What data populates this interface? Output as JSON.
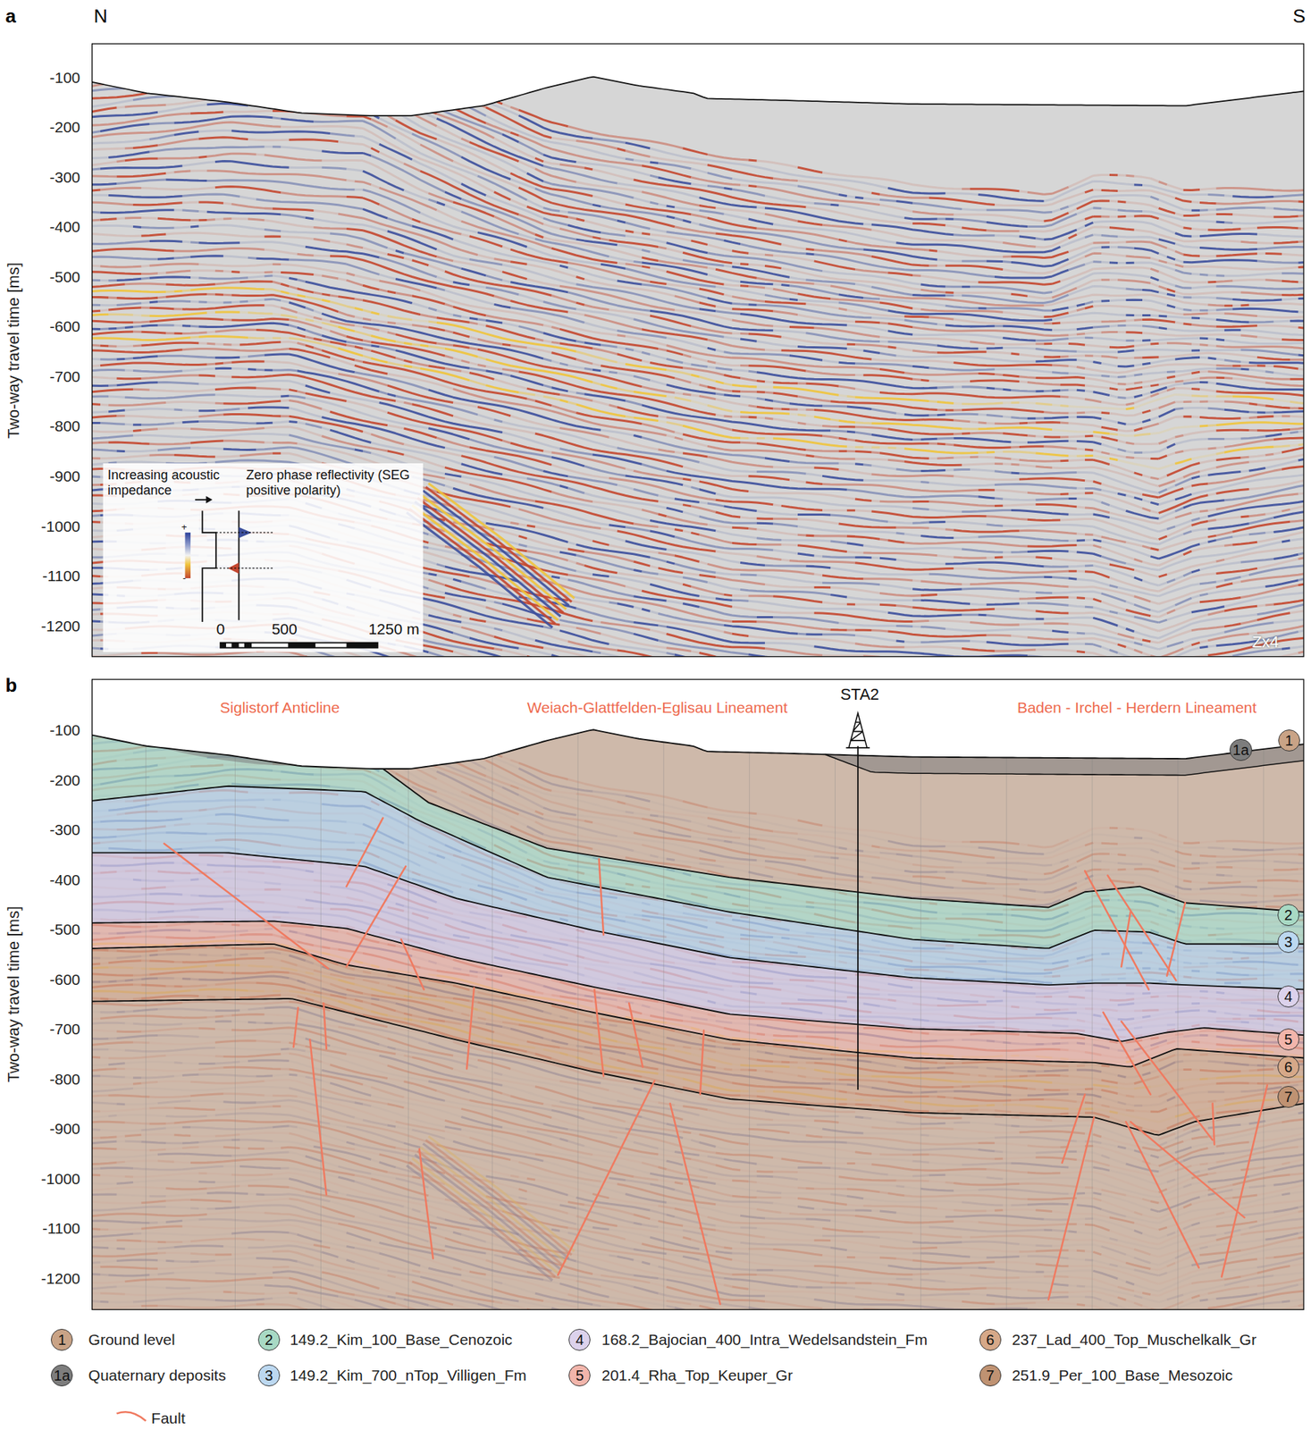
{
  "diagram": {
    "nodes": [
      {
        "text": [
          "1"
        ]
      },
      {
        "text": [
          "1a"
        ]
      },
      {
        "text": [
          "2"
        ]
      },
      {
        "text": [
          "3"
        ]
      },
      {
        "text": [
          "4"
        ]
      },
      {
        "text": [
          "5"
        ]
      },
      {
        "text": [
          "6"
        ]
      },
      {
        "text": [
          "7"
        ]
      }
    ],
    "labels": [
      "a",
      "N",
      "S",
      "Two-way travel time [ms]",
      "-100",
      "-200",
      "-300",
      "-400",
      "-500",
      "-600",
      "-700",
      "-800",
      "-900",
      "-1000",
      "-1100",
      "-1200",
      "Increasing acoustic impedance",
      "Zero phase reflectivity (SEG positive polarity)",
      "+",
      "-",
      "0",
      "500",
      "1250 m",
      "Zx4",
      "b",
      "Two-way travel time [ms]",
      "-100",
      "-200",
      "-300",
      "-400",
      "-500",
      "-600",
      "-700",
      "-800",
      "-900",
      "-1000",
      "-1100",
      "-1200",
      "Siglistorf Anticline",
      "Weiach-Glattfelden-Eglisau Lineament",
      "Baden - Irchel - Herdern Lineament",
      "STA2",
      "1",
      "2",
      "4",
      "6",
      "1a",
      "3",
      "5",
      "7"
    ],
    "legend": [
      {
        "text": "Ground level",
        "color": "#c9a386"
      },
      {
        "text": "149.2_Kim_100_Base_Cenozoic",
        "color": "#a8d9c4"
      },
      {
        "text": "168.2_Bajocian_400_Intra_Wedelsandstein_Fm",
        "color": "#dcd2ec"
      },
      {
        "text": "237_Lad_400_Top_Muschelkalk_Gr",
        "color": "#d6a888"
      },
      {
        "text": "Quaternary deposits",
        "color": "#7d7d7d"
      },
      {
        "text": "149.2_Kim_700_nTop_Villigen_Fm",
        "color": "#bcd8f0"
      },
      {
        "text": "201.4_Rha_Top_Keuper_Gr",
        "color": "#f2b5ab"
      },
      {
        "text": "251.9_Per_100_Base_Mesozoic",
        "color": "#bf9272"
      },
      {
        "text": "Fault"
      }
    ]
  }
}
